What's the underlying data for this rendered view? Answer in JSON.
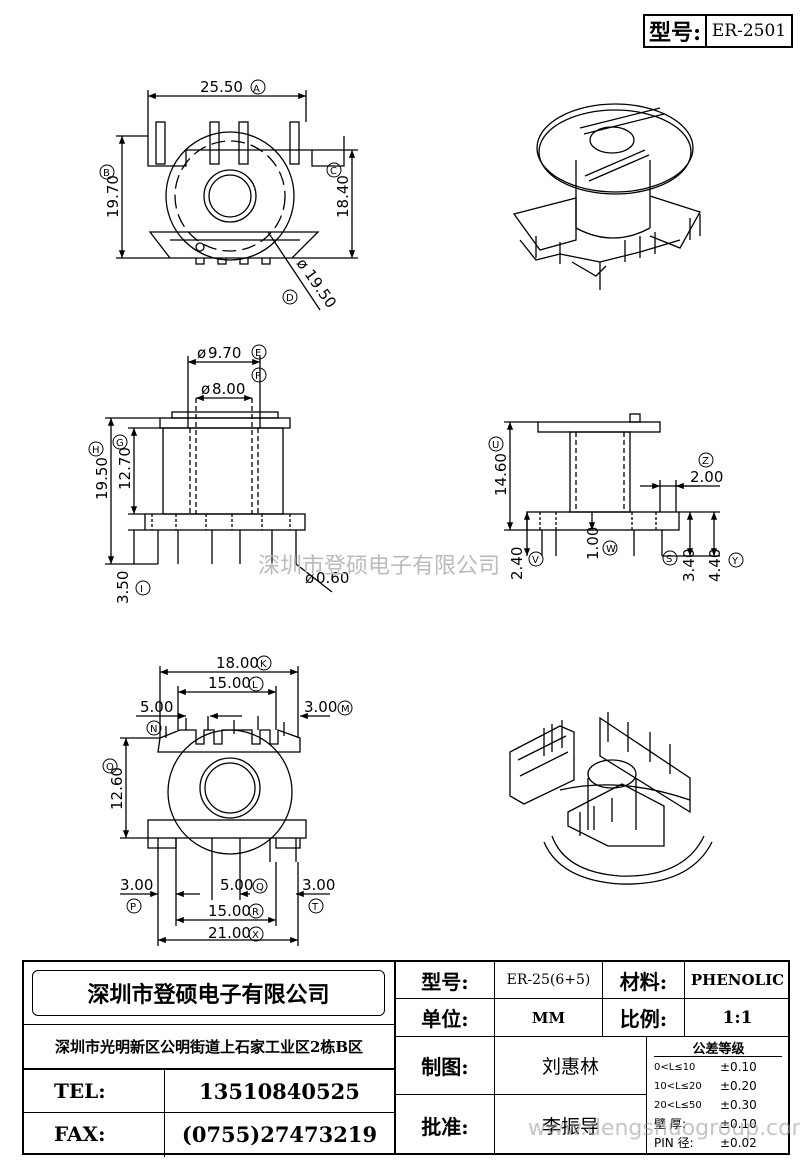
{
  "header": {
    "type_label": "型号:",
    "type_value": "ER-2501"
  },
  "dimensions": {
    "d2550": "25.50",
    "dA": "A",
    "d1970": "19.70",
    "dB": "B",
    "d1840": "18.40",
    "dC": "C",
    "d1950_dia": "19.50",
    "dD": "D",
    "d970": "9.70",
    "dE": "E",
    "d800": "8.00",
    "dF": "F",
    "d1950": "19.50",
    "dH": "H",
    "d1270": "12.70",
    "dG": "G",
    "d350": "3.50",
    "dI": "I",
    "d060": "0.60",
    "d1460": "14.60",
    "dU": "U",
    "d200": "2.00",
    "dZ": "Z",
    "d240": "2.40",
    "dV": "V",
    "d100": "1.00",
    "dW": "W",
    "d340": "3.40",
    "dS": "S",
    "d440": "4.40",
    "dY": "Y",
    "d1800": "18.00",
    "dK": "K",
    "d1500a": "15.00",
    "dL": "L",
    "d500a": "5.00",
    "dN": "N",
    "d300a": "3.00",
    "dM": "M",
    "d1260": "12.60",
    "dO": "O",
    "d300b": "3.00",
    "dP": "P",
    "d500b": "5.00",
    "dQ": "Q",
    "d300c": "3.00",
    "dT": "T",
    "d1500b": "15.00",
    "dR": "R",
    "d2100": "21.00",
    "dX": "X"
  },
  "watermark": {
    "company": "深圳市登硕电子有限公司",
    "site": "www.dengshuogroup.com"
  },
  "titleblock": {
    "company": "深圳市登硕电子有限公司",
    "address": "深圳市光明新区公明街道上石家工业区2栋B区",
    "tel_label": "TEL:",
    "tel": "13510840525",
    "fax_label": "FAX:",
    "fax": "(0755)27473219",
    "model_label": "型号:",
    "model": "ER-25(6+5)",
    "material_label": "材料:",
    "material": "PHENOLIC",
    "unit_label": "单位:",
    "unit": "MM",
    "scale_label": "比例:",
    "scale": "1:1",
    "drawn_label": "制图:",
    "drawn": "刘惠林",
    "approved_label": "批准:",
    "approved": "李振导",
    "tol_title": "公差等级",
    "tol1_range": "0<L≤10",
    "tol1": "±0.10",
    "tol2_range": "10<L≤20",
    "tol2": "±0.20",
    "tol3_range": "20<L≤50",
    "tol3": "±0.30",
    "tol4_range": "壁 厚:",
    "tol4": "±0.10",
    "tol5_range": "PIN 径:",
    "tol5": "±0.02"
  }
}
